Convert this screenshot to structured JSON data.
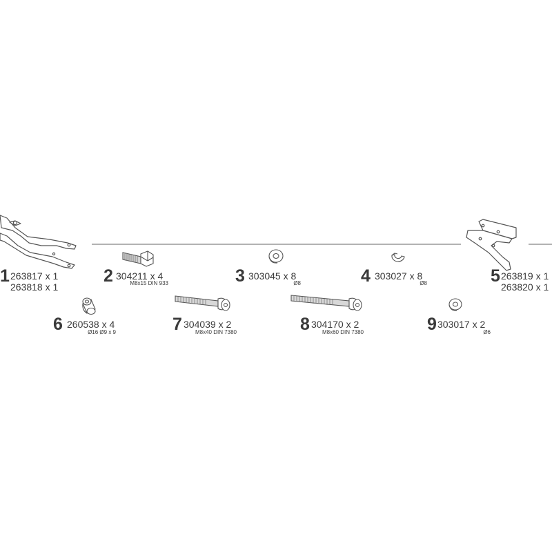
{
  "parts": [
    {
      "id": "part-1",
      "number": "1",
      "codes": [
        "263817 x 1",
        "263818 x 1"
      ],
      "spec": ""
    },
    {
      "id": "part-2",
      "number": "2",
      "codes": [
        "304211 x 4"
      ],
      "spec": "M8x15 DIN 933"
    },
    {
      "id": "part-3",
      "number": "3",
      "codes": [
        "303045 x 8"
      ],
      "spec": "Ø8"
    },
    {
      "id": "part-4",
      "number": "4",
      "codes": [
        "303027 x 8"
      ],
      "spec": "Ø8"
    },
    {
      "id": "part-5",
      "number": "5",
      "codes": [
        "263819 x 1",
        "263820 x 1"
      ],
      "spec": ""
    },
    {
      "id": "part-6",
      "number": "6",
      "codes": [
        "260538 x 4"
      ],
      "spec": "Ø16 Ø9 x 9"
    },
    {
      "id": "part-7",
      "number": "7",
      "codes": [
        "304039 x 2"
      ],
      "spec": "M8x40 DIN 7380"
    },
    {
      "id": "part-8",
      "number": "8",
      "codes": [
        "304170 x 2"
      ],
      "spec": "M8x60 DIN 7380"
    },
    {
      "id": "part-9",
      "number": "9",
      "codes": [
        "303017 x 2"
      ],
      "spec": "Ø6"
    }
  ],
  "colors": {
    "ink": "#3a3a3a",
    "line": "#555555",
    "fill_light": "#ffffff",
    "shade": "#cfcfcf"
  }
}
